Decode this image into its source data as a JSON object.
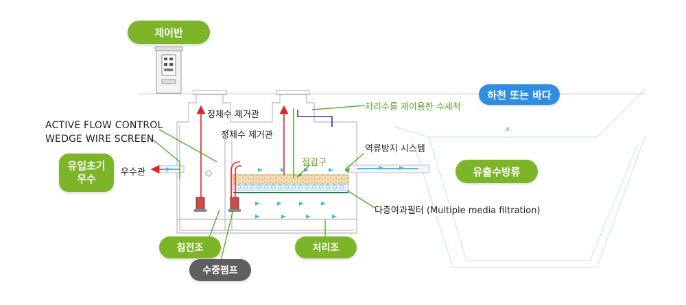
{
  "labels": {
    "control_panel": "제어반",
    "river_or_sea": "하천 또는 바다",
    "reuse_water": "처리수를 재이용한 수세척",
    "active_flow_control": "ACTIVE FLOW CONTROL",
    "wedge_wire_screen": "WEDGE WIRE SCREEN",
    "clean_water_pipe_1": "정제수 제거관",
    "clean_water_pipe_2": "정제수 제거관",
    "inspection_port": "점검구",
    "backflow_prevention": "역류방지 시스템",
    "initial_rainwater": "유입초기\n우수",
    "storm_pipe": "우수관",
    "effluent_discharge": "유출수방류",
    "multi_media_filter": "다층여과필터 (Multiple media filtration)",
    "sedimentation_tank": "침전조",
    "treatment_tank": "처리조",
    "submersible_pump": "수중펌프"
  },
  "colors": {
    "green_pill": "#7cb527",
    "blue_pill": "#2f8de4",
    "gray_pill": "#5f5f5f",
    "green_leader": "#4caf2a",
    "red_pipe": "#d9262b",
    "flow_arrow": "#47b8e8",
    "structure_line": "#b9b9b9"
  }
}
